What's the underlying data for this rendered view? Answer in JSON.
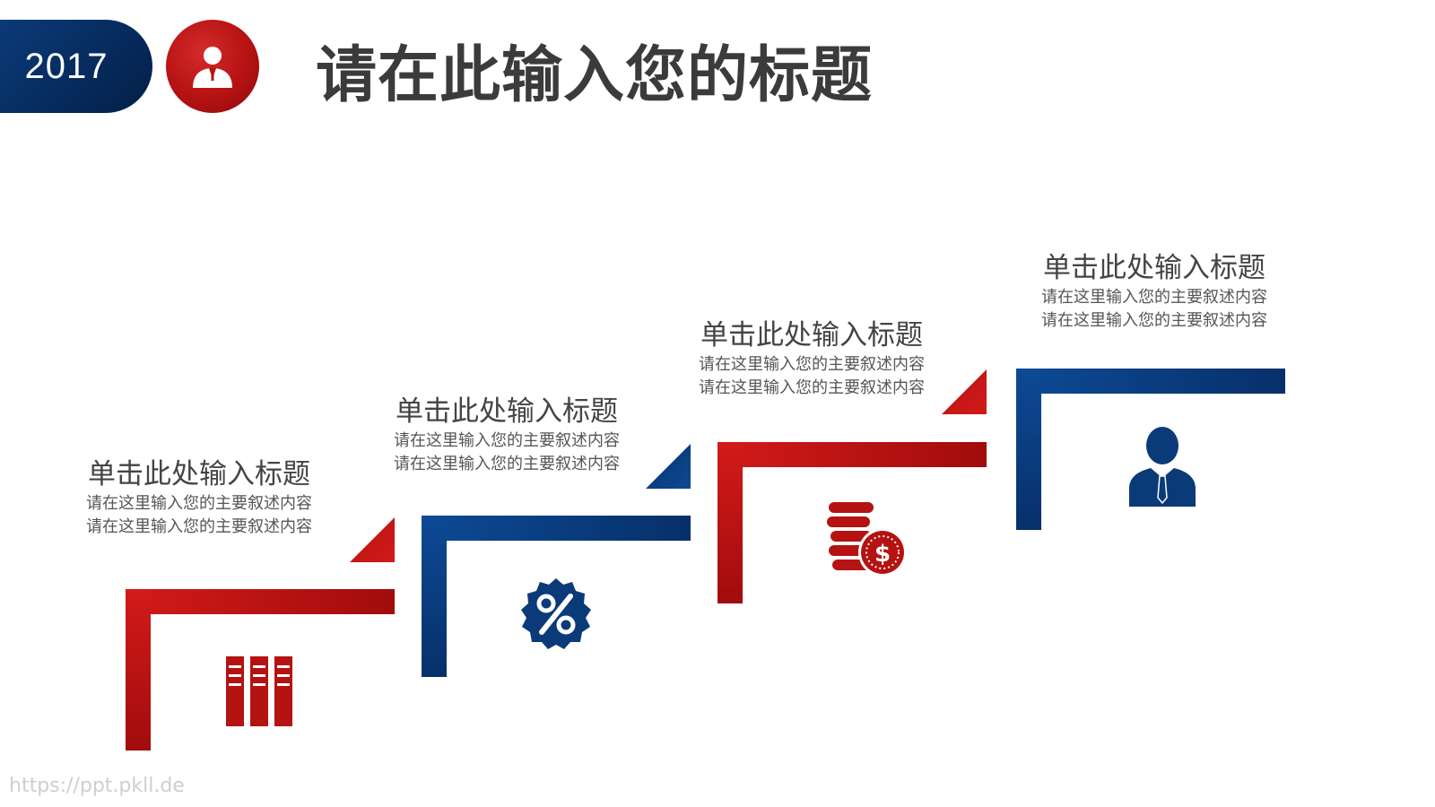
{
  "header": {
    "year": "2017",
    "title": "请在此输入您的标题"
  },
  "steps": [
    {
      "title": "单击此处输入标题",
      "line1": "请在这里输入您的主要叙述内容",
      "line2": "请在这里输入您的主要叙述内容",
      "color": "#b51212",
      "icon": "books-icon"
    },
    {
      "title": "单击此处输入标题",
      "line1": "请在这里输入您的主要叙述内容",
      "line2": "请在这里输入您的主要叙述内容",
      "color": "#0b3a78",
      "icon": "percent-badge-icon"
    },
    {
      "title": "单击此处输入标题",
      "line1": "请在这里输入您的主要叙述内容",
      "line2": "请在这里输入您的主要叙述内容",
      "color": "#b51212",
      "icon": "coins-dollar-icon"
    },
    {
      "title": "单击此处输入标题",
      "line1": "请在这里输入您的主要叙述内容",
      "line2": "请在这里输入您的主要叙述内容",
      "color": "#0b3a78",
      "icon": "businessman-icon"
    }
  ],
  "watermark": "https://ppt.pkll.de",
  "colors": {
    "red": "#b51212",
    "blue": "#0b3a78",
    "title": "#3b3b3b"
  }
}
